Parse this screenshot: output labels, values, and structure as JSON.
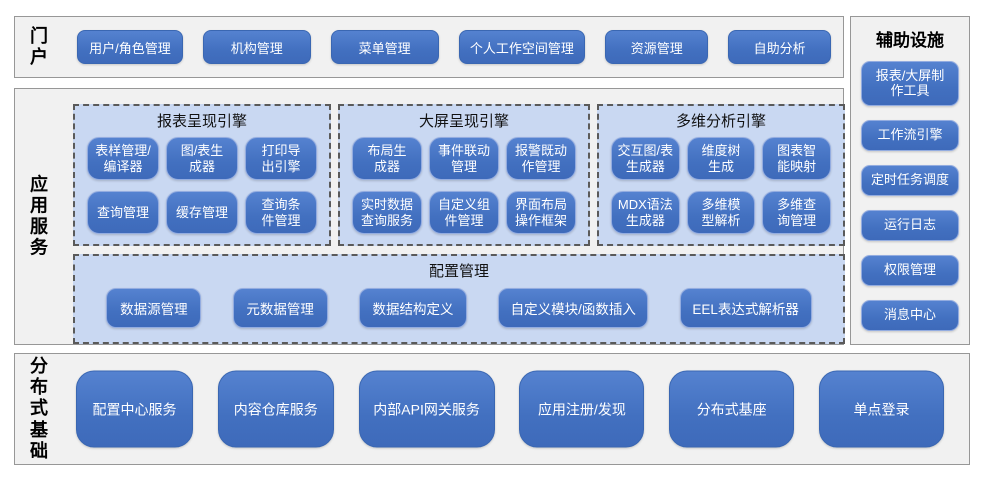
{
  "colors": {
    "button_fill": "#4472C4",
    "button_text": "#FFFFFF",
    "panel_bg": "#C9D8F2",
    "panel_border": "#5A5A5A",
    "section_bg": "#F1F1F1",
    "section_border": "#979797"
  },
  "sections": {
    "portal": {
      "label": "门户",
      "buttons": [
        "用户/角色管理",
        "机构管理",
        "菜单管理",
        "个人工作空间管理",
        "资源管理",
        "自助分析"
      ]
    },
    "app_services": {
      "label": "应用服务",
      "engines": [
        {
          "title": "报表呈现引擎",
          "buttons": [
            "表样管理/\n编译器",
            "图/表生\n成器",
            "打印导\n出引擎",
            "查询管理",
            "缓存管理",
            "查询条\n件管理"
          ]
        },
        {
          "title": "大屏呈现引擎",
          "buttons": [
            "布局生\n成器",
            "事件联动\n管理",
            "报警既动\n作管理",
            "实时数据\n查询服务",
            "自定义组\n件管理",
            "界面布局\n操作框架"
          ]
        },
        {
          "title": "多维分析引擎",
          "buttons": [
            "交互图/表\n生成器",
            "维度树\n生成",
            "图表智\n能映射",
            "MDX语法\n生成器",
            "多维模\n型解析",
            "多维查\n询管理"
          ]
        }
      ],
      "config": {
        "title": "配置管理",
        "buttons": [
          "数据源管理",
          "元数据管理",
          "数据结构定义",
          "自定义模块/函数插入",
          "EEL表达式解析器"
        ]
      }
    },
    "auxiliary": {
      "title": "辅助设施",
      "buttons": [
        "报表/大屏制\n作工具",
        "工作流引擎",
        "定时任务调度",
        "运行日志",
        "权限管理",
        "消息中心"
      ]
    },
    "distributed": {
      "label": "分布式基础",
      "buttons": [
        "配置中心服务",
        "内容仓库服务",
        "内部API网关服务",
        "应用注册/发现",
        "分布式基座",
        "单点登录"
      ]
    }
  }
}
